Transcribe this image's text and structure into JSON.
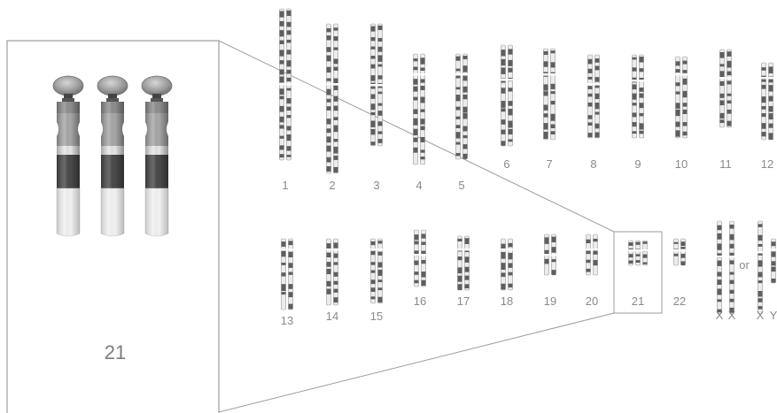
{
  "karyotype": {
    "row1": [
      {
        "label": "1"
      },
      {
        "label": "2"
      },
      {
        "label": "3"
      },
      {
        "label": "4"
      },
      {
        "label": "5"
      },
      {
        "label": "6"
      },
      {
        "label": "7"
      },
      {
        "label": "8"
      },
      {
        "label": "9"
      },
      {
        "label": "10"
      },
      {
        "label": "11"
      },
      {
        "label": "12"
      }
    ],
    "row2": [
      {
        "label": "13"
      },
      {
        "label": "14"
      },
      {
        "label": "15"
      },
      {
        "label": "16"
      },
      {
        "label": "17"
      },
      {
        "label": "18"
      },
      {
        "label": "19"
      },
      {
        "label": "20"
      },
      {
        "label": "21",
        "copies": 3
      },
      {
        "label": "22"
      }
    ],
    "sex_chromosomes": {
      "female": [
        "X",
        "X"
      ],
      "or_label": "or",
      "male": [
        "X",
        "Y"
      ]
    }
  },
  "zoom_panel": {
    "label": "21",
    "copies": 3
  },
  "colors": {
    "dark_band": "#5e5e5e",
    "light_band": "#ececec",
    "outline": "#9a9a9a",
    "label": "#8a8a8a"
  }
}
